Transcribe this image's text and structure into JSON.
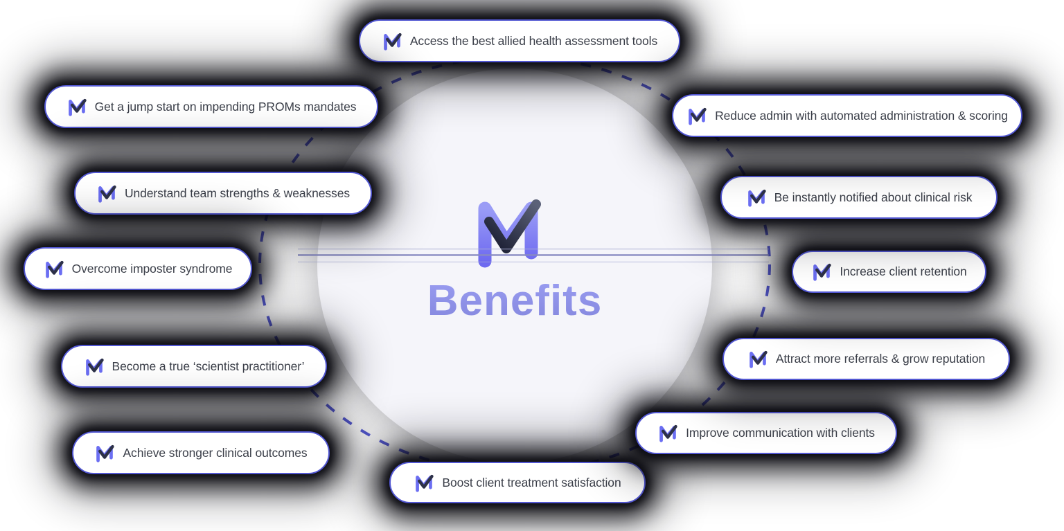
{
  "page_title": "Benefits",
  "center": {
    "heading": "Benefits",
    "logo": "m-check-brand-logo"
  },
  "colors": {
    "accent": "#5257d2",
    "icon_purple": "#6b6ef2",
    "icon_navy": "#2d3148",
    "heading": "#9194e8",
    "dash": "#575cd6",
    "text": "#3b3f49",
    "circle_bg": "#f5f5fa"
  },
  "badges": [
    {
      "label": "Access the best allied health assessment tools"
    },
    {
      "label": "Get a jump start on impending PROMs mandates"
    },
    {
      "label": "Understand team strengths & weaknesses"
    },
    {
      "label": "Overcome imposter syndrome"
    },
    {
      "label": "Become a true ‘scientist practitioner’"
    },
    {
      "label": "Achieve stronger clinical outcomes"
    },
    {
      "label": "Boost client treatment satisfaction"
    },
    {
      "label": "Improve communication with clients"
    },
    {
      "label": "Attract more referrals & grow reputation"
    },
    {
      "label": "Increase client retention"
    },
    {
      "label": "Be instantly notified about clinical risk"
    },
    {
      "label": "Reduce admin with automated administration & scoring"
    }
  ]
}
